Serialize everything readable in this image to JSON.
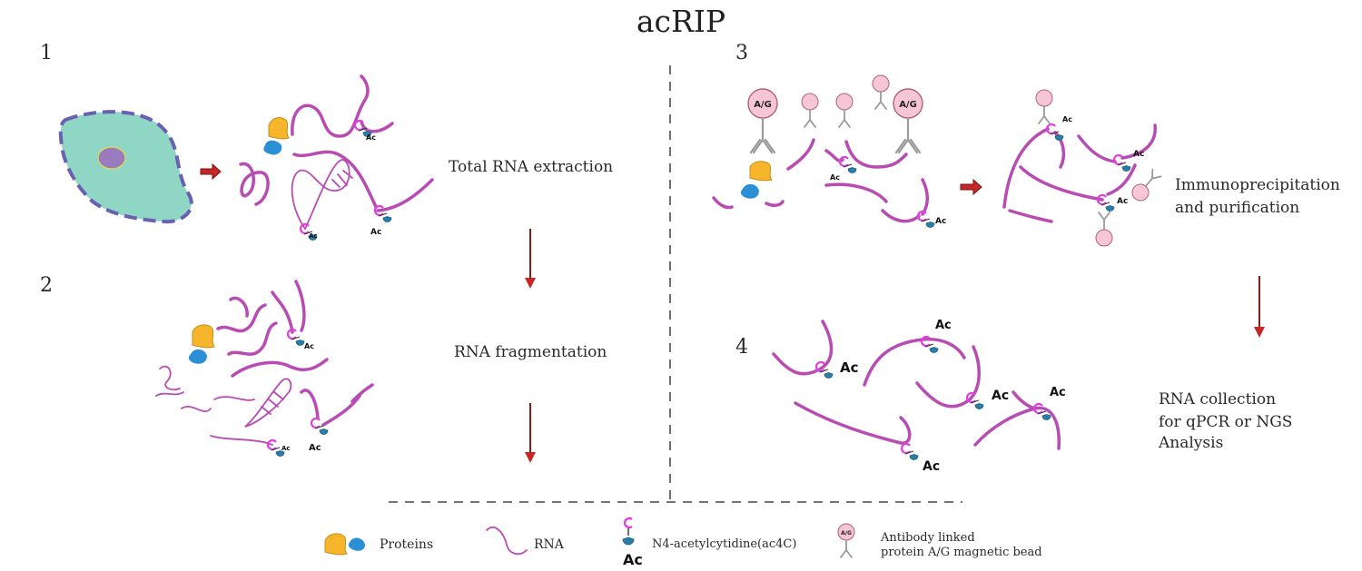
{
  "title": "acRIP",
  "steps": [
    {
      "number": "1",
      "caption": "Total RNA extraction"
    },
    {
      "number": "2",
      "caption": "RNA fragmentation"
    },
    {
      "number": "3",
      "caption_line1": "Immunoprecipitation",
      "caption_line2": "and purification"
    },
    {
      "number": "4",
      "caption_line1": "RNA collection",
      "caption_line2": "for qPCR or NGS Analysis"
    }
  ],
  "modification_label": "Ac",
  "bead_label": "A/G",
  "legend": {
    "proteins": "Proteins",
    "rna": "RNA",
    "ac4c": "N4-acetylcytidine(ac4C)",
    "ac4c_symbol_c": "C",
    "ac4c_symbol_ac": "Ac",
    "antibody_line1": "Antibody linked",
    "antibody_line2": "protein A/G magnetic bead"
  },
  "colors": {
    "rna": "#b84cb3",
    "cell": "#8fd6c4",
    "cell_border": "#6a5fb0",
    "nucleus": "#9b7bc0",
    "protein_orange": "#f6b52b",
    "protein_blue": "#2b8fd6",
    "ac_group": "#2a7fa8",
    "cytidine": "#e040e0",
    "bead": "#f6c6d6",
    "antibody": "#9a9a9a",
    "arrow": "#c62828"
  }
}
